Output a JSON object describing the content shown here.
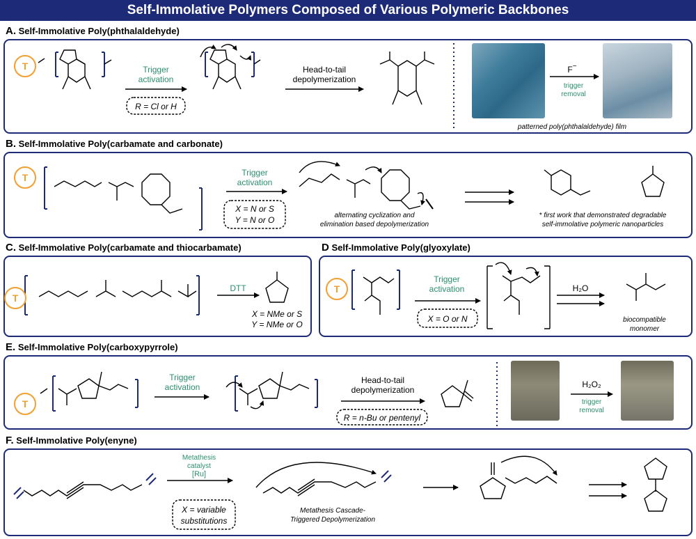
{
  "title": "Self-Immolative Polymers Composed of Various Polymeric Backbones",
  "colors": {
    "navy": "#1c2a78",
    "trigger": "#f0a030",
    "green": "#2b8f6c"
  },
  "trigger_letter": "T",
  "sections": {
    "A": {
      "letter": "A.",
      "title": "Self-Immolative Poly(phthalaldehyde)",
      "trigger_label_1": "Trigger",
      "trigger_label_2": "activation",
      "r_condition": "R = Cl or H",
      "depol_1": "Head-to-tail",
      "depol_2": "depolymerization",
      "reagent": "F",
      "reagent_sup": "−",
      "removal_1": "trigger",
      "removal_2": "removal",
      "caption": "patterned poly(phthalaldehyde) film"
    },
    "B": {
      "letter": "B.",
      "title": "Self-Immolative Poly(carbamate and carbonate)",
      "trigger_label_1": "Trigger",
      "trigger_label_2": "activation",
      "cond_1": "X = N or S",
      "cond_2": "Y = N or O",
      "mech_1": "alternating cyclization and",
      "mech_2": "elimination based depolymerization",
      "note_1": "* first work that demonstrated degradable",
      "note_2": "self-immolative polymeric nanoparticles"
    },
    "C": {
      "letter": "C.",
      "title": "Self-Immolative Poly(carbamate and thiocarbamate)",
      "reagent": "DTT",
      "cond_1": "X = NMe or S",
      "cond_2": "Y = NMe or O"
    },
    "D": {
      "letter": "D",
      "title": "Self-Immolative Poly(glyoxylate)",
      "trigger_label_1": "Trigger",
      "trigger_label_2": "activation",
      "cond": "X = O or N",
      "reagent": "H₂O",
      "caption_1": "biocompatible",
      "caption_2": "monomer"
    },
    "E": {
      "letter": "E.",
      "title": "Self-Immolative Poly(carboxypyrrole)",
      "trigger_label_1": "Trigger",
      "trigger_label_2": "activation",
      "depol_1": "Head-to-tail",
      "depol_2": "depolymerization",
      "r_condition": "R = n-Bu or pentenyl",
      "reagent": "H₂O₂",
      "removal_1": "trigger",
      "removal_2": "removal"
    },
    "F": {
      "letter": "F.",
      "title": "Self-Immolative Poly(enyne)",
      "cat_1": "Metathesis",
      "cat_2": "catalyst",
      "cat_3": "[Ru]",
      "cond_1": "X = variable",
      "cond_2": "substitutions",
      "mech_1": "Metathesis Cascade-",
      "mech_2": "Triggered Depolymerization"
    }
  }
}
